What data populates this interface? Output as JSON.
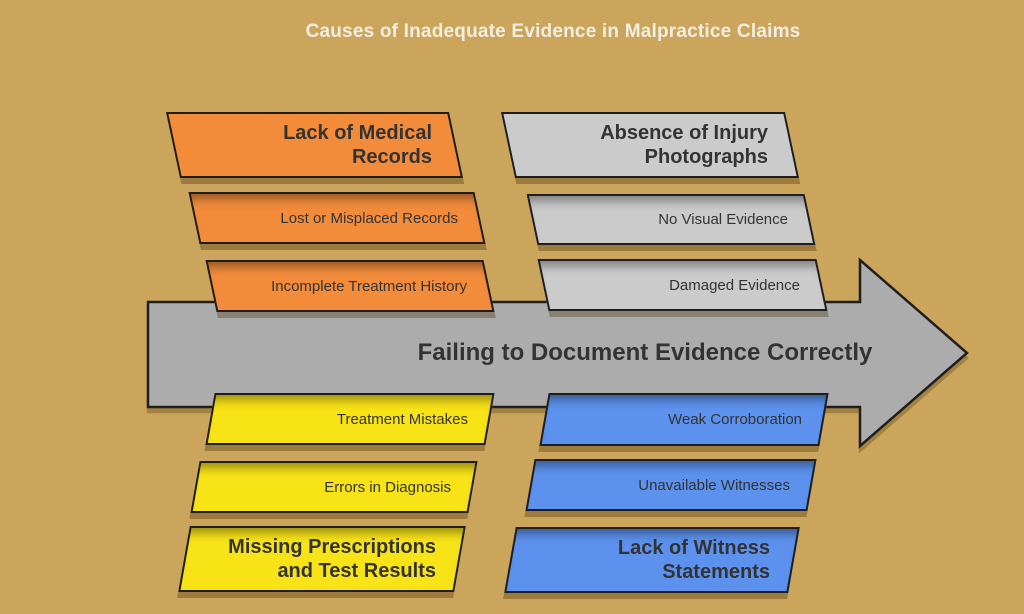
{
  "title": "Causes of Inadequate Evidence in Malpractice Claims",
  "arrow": {
    "label": "Failing to Document Evidence Correctly",
    "color": "#ACACAC"
  },
  "colors": {
    "background": "#CBA55B",
    "border": "#1E1E1E",
    "text": "#333333",
    "title_text": "#F3EEE3"
  },
  "groups": [
    {
      "id": "medical-records",
      "color": "#F28C3B",
      "position": "top-left",
      "header": {
        "lines": [
          "Lack of Medical",
          "Records"
        ]
      },
      "items": [
        "Lost or Misplaced Records",
        "Incomplete Treatment History"
      ]
    },
    {
      "id": "injury-photographs",
      "color": "#CBCBCB",
      "position": "top-right",
      "header": {
        "lines": [
          "Absence of Injury",
          "Photographs"
        ]
      },
      "items": [
        "No Visual Evidence",
        "Damaged Evidence"
      ]
    },
    {
      "id": "prescriptions-tests",
      "color": "#F8E317",
      "position": "bottom-left",
      "header": {
        "lines": [
          "Missing Prescriptions",
          "and Test Results"
        ]
      },
      "items": [
        "Treatment Mistakes",
        "Errors in Diagnosis"
      ]
    },
    {
      "id": "witness-statements",
      "color": "#5C92EE",
      "position": "bottom-right",
      "header": {
        "lines": [
          "Lack of Witness",
          "Statements"
        ]
      },
      "items": [
        "Weak Corroboration",
        "Unavailable Witnesses"
      ]
    }
  ]
}
